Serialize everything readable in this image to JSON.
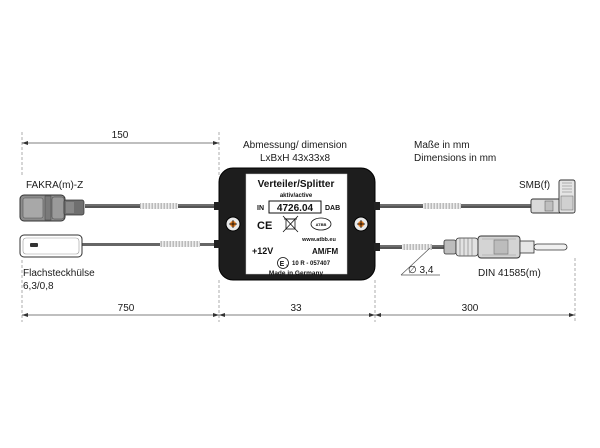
{
  "dimensions": {
    "top_left": "150",
    "bottom_left": "750",
    "bottom_middle": "33",
    "bottom_right": "300",
    "cable_diameter": "∅ 3,4"
  },
  "header": {
    "center_line1": "Abmessung/ dimension",
    "center_line2": "LxBxH 43x33x8",
    "right_line1": "Maße in mm",
    "right_line2": "Dimensions in mm"
  },
  "connectors": {
    "fakra": "FAKRA(m)-Z",
    "flach_line1": "Flachsteckhülse",
    "flach_line2": "6,3/0,8",
    "smb": "SMB(f)",
    "din": "DIN 41585(m)"
  },
  "device": {
    "title": "Verteiler/Splitter",
    "subtitle": "aktiv/active",
    "in_label": "IN",
    "part_number": "4726.04",
    "dab_label": "DAB",
    "amfm_label": "AM/FM",
    "power_label": "+12V",
    "ce_mark": "CE",
    "web": "www.atbb.eu",
    "approval_mark": "E",
    "approval_sub": "1",
    "approval_number": "10 R - 057407",
    "made_in": "Made in Germany",
    "logo_text": "ATBB"
  }
}
